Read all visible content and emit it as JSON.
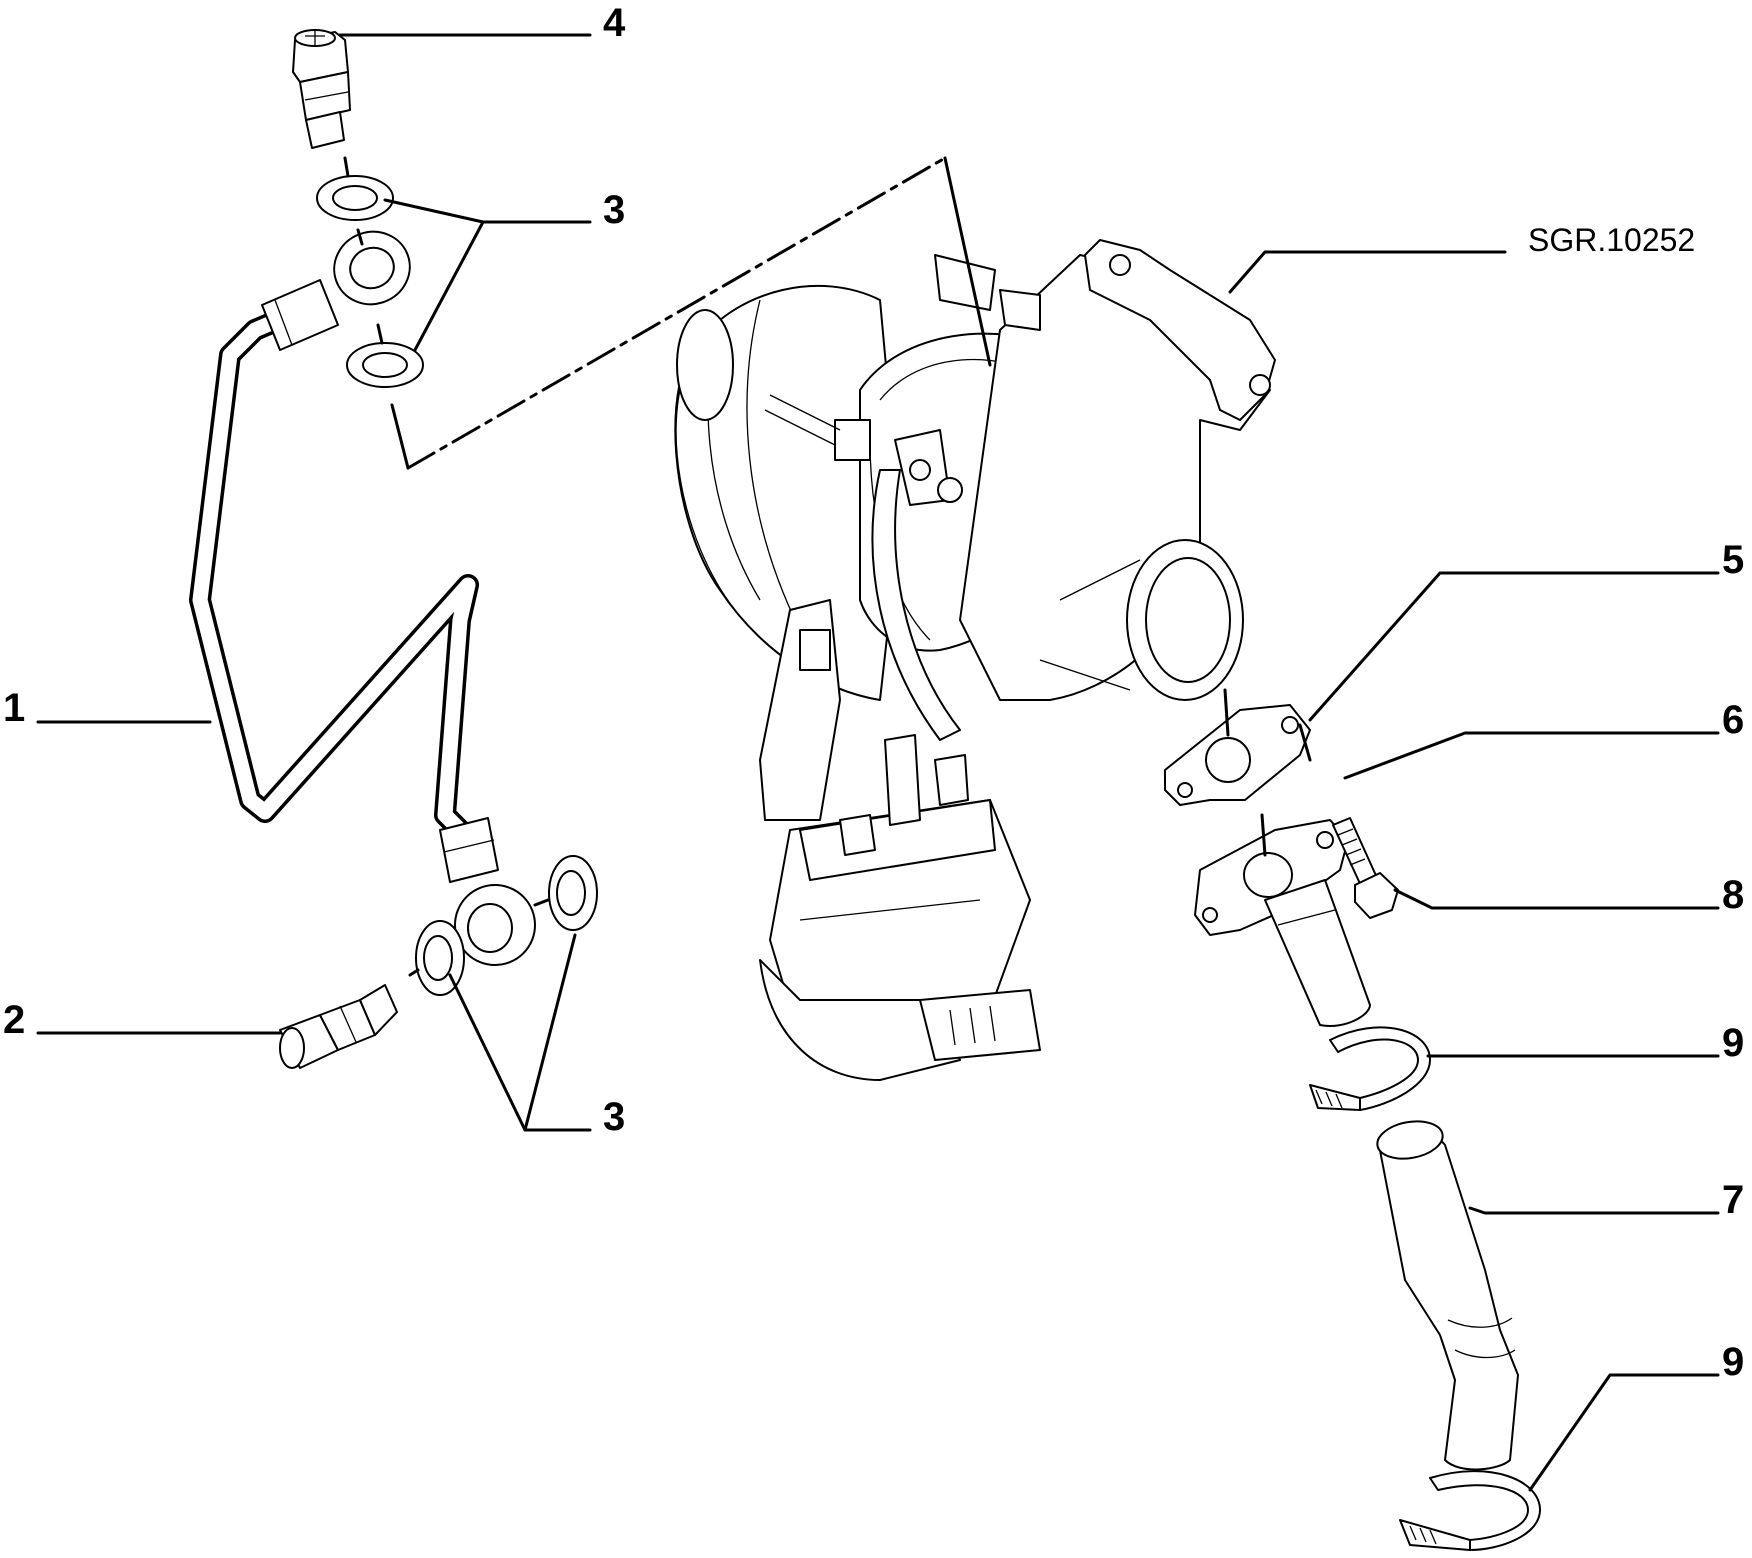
{
  "reference": "SGR.10252",
  "callouts": [
    {
      "id": "1",
      "part": "oil-feed-pipe"
    },
    {
      "id": "2",
      "part": "banjo-bolt-lower"
    },
    {
      "id": "3",
      "part": "sealing-washers-upper"
    },
    {
      "id": "3",
      "part": "sealing-washers-lower"
    },
    {
      "id": "4",
      "part": "banjo-bolt-upper"
    },
    {
      "id": "5",
      "part": "gasket"
    },
    {
      "id": "6",
      "part": "oil-return-flange"
    },
    {
      "id": "7",
      "part": "oil-return-hose"
    },
    {
      "id": "8",
      "part": "flange-bolt"
    },
    {
      "id": "9",
      "part": "hose-clamp-upper"
    },
    {
      "id": "9",
      "part": "hose-clamp-lower"
    }
  ]
}
